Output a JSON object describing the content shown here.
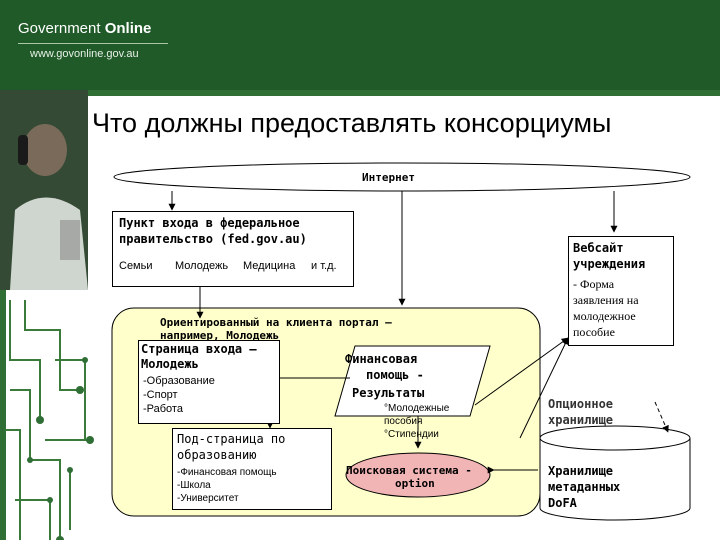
{
  "logo": {
    "title_regular": "Government",
    "title_bold": "Online",
    "url": "www.govonline.gov.au"
  },
  "slide": {
    "title": "Что должны предоставлять консорциумы"
  },
  "diagram": {
    "internet": "Интернет",
    "federal_box": {
      "title_line1": "Пункт входа в федеральное",
      "title_line2": "правительство (fed.gov.au)",
      "items": [
        "Семьи",
        "Молодежь",
        "Медицина",
        "и т.д."
      ]
    },
    "website_box": {
      "title_line1": "Вебсайт",
      "title_line2": "учреждения",
      "item_line1": "- Форма",
      "item_line2": "заявления на",
      "item_line3": "молодежное",
      "item_line4": "пособие"
    },
    "portal": {
      "line1": "Ориентированный на клиента портал –",
      "line2": "например, Молодежь"
    },
    "youth_page": {
      "title_line1": "Страница входа –",
      "title_line2": "Молодежь",
      "items": [
        "-Образование",
        "-Спорт",
        "-Работа"
      ]
    },
    "finance": {
      "title_line1": "Финансовая",
      "title_line2": "помощь  -",
      "title_line3": "Результаты",
      "items": [
        "°Молодежные",
        "пособия",
        "°Стипендии"
      ]
    },
    "sub_page": {
      "title_line1": "Под-страница по",
      "title_line2": "образованию",
      "items": [
        "-Финансовая помощь",
        "-Школа",
        "-Университет"
      ]
    },
    "search": {
      "line1": "Поисковая система -",
      "line2": "option"
    },
    "optional": {
      "line1": "Опционное",
      "line2": "хранилище"
    },
    "metadata": {
      "line1": "Хранилище",
      "line2": "метаданных",
      "line3": "DoFA"
    }
  },
  "colors": {
    "header_green": "#1f5a28",
    "portal_fill": "#ffffcc",
    "search_fill": "#f2b5b5"
  }
}
